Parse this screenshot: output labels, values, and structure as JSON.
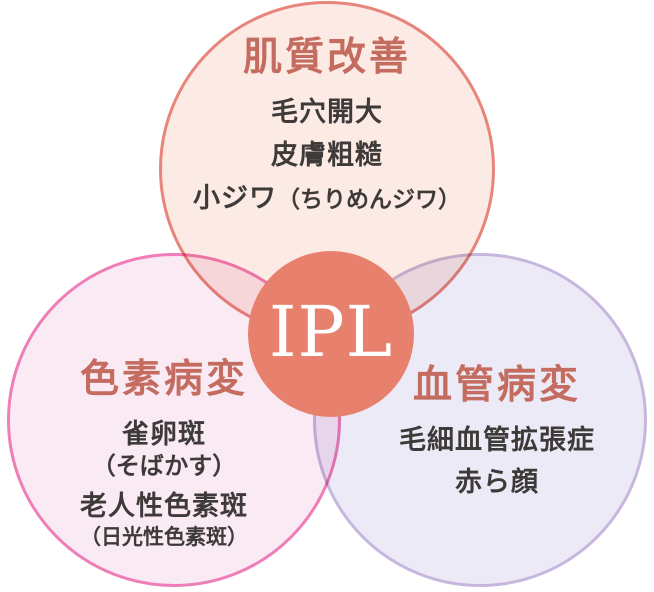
{
  "center": {
    "label": "IPL",
    "bg_color": "#E8806E"
  },
  "colors": {
    "title": "#C36C5F",
    "body": "#3E3A39"
  },
  "circles": {
    "top": {
      "title": "肌質改善",
      "items": [
        "毛穴開大",
        "皮膚粗糙"
      ],
      "item3_main": "小ジワ",
      "item3_note": "（ちりめんジワ）",
      "fill_color": "#FCEAE4",
      "border_color": "#E8857A"
    },
    "left": {
      "title": "色素病変",
      "item1": "雀卵斑",
      "item1_note": "（そばかす）",
      "item2": "老人性色素斑",
      "item2_note": "（日光性色素斑）",
      "fill_color": "#FAEAF4",
      "border_color": "#EF7EB6"
    },
    "right": {
      "title": "血管病変",
      "item1": "毛細血管拡張症",
      "item2": "赤ら顔",
      "fill_color": "#ECEAF6",
      "border_color": "#C7B7DE"
    }
  }
}
